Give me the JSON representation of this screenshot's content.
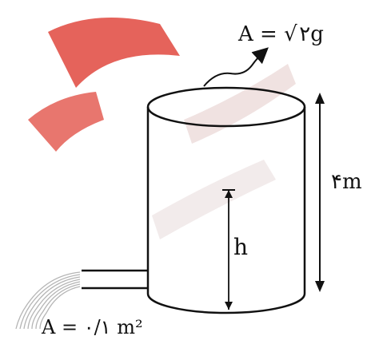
{
  "labels": {
    "top_area": "A = √ ۲g",
    "height_total": "۴m",
    "water_height": "h",
    "outlet_area": "A = ۰/۱ m²"
  },
  "colors": {
    "line": "#111111",
    "watermark_red": "#e0483e",
    "jet": "#b5b5b5"
  }
}
